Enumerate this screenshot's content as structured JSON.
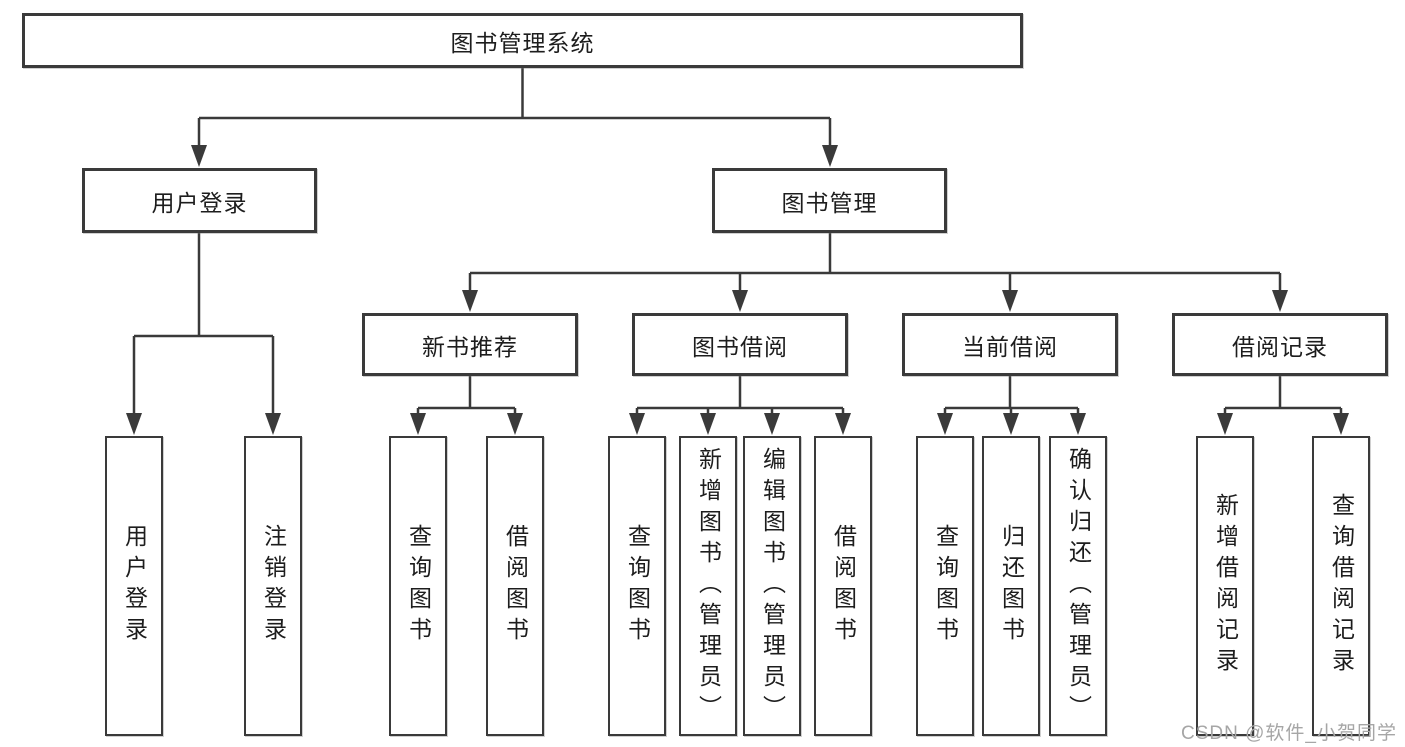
{
  "diagram_title": "图书管理系统",
  "tree": {
    "root": {
      "label": "图书管理系统"
    },
    "level2": [
      {
        "id": "user-login",
        "label": "用户登录"
      },
      {
        "id": "book-management",
        "label": "图书管理"
      }
    ],
    "level3": [
      {
        "id": "new-book-recommend",
        "parent": "图书管理",
        "label": "新书推荐"
      },
      {
        "id": "book-borrowing",
        "parent": "图书管理",
        "label": "图书借阅"
      },
      {
        "id": "current-borrowing",
        "parent": "图书管理",
        "label": "当前借阅"
      },
      {
        "id": "borrowing-records",
        "parent": "图书管理",
        "label": "借阅记录"
      }
    ],
    "leaves": [
      {
        "parent": "用户登录",
        "label": "用户登录"
      },
      {
        "parent": "用户登录",
        "label": "注销登录"
      },
      {
        "parent": "新书推荐",
        "label": "查询图书"
      },
      {
        "parent": "新书推荐",
        "label": "借阅图书"
      },
      {
        "parent": "图书借阅",
        "label": "查询图书"
      },
      {
        "parent": "图书借阅",
        "label": "新增图书（管理员）"
      },
      {
        "parent": "图书借阅",
        "label": "编辑图书（管理员）"
      },
      {
        "parent": "图书借阅",
        "label": "借阅图书"
      },
      {
        "parent": "当前借阅",
        "label": "查询图书"
      },
      {
        "parent": "当前借阅",
        "label": "归还图书"
      },
      {
        "parent": "当前借阅",
        "label": "确认归还（管理员）"
      },
      {
        "parent": "借阅记录",
        "label": "新增借阅记录"
      },
      {
        "parent": "借阅记录",
        "label": "查询借阅记录"
      }
    ]
  },
  "watermark": {
    "text": "CSDN @软件_小贺同学"
  },
  "colors": {
    "background": "#ffffff",
    "line": "#3a3a3a",
    "box_border": "#3a3a3a",
    "text": "#1d1d1d",
    "watermark": "#a6a6a6"
  }
}
